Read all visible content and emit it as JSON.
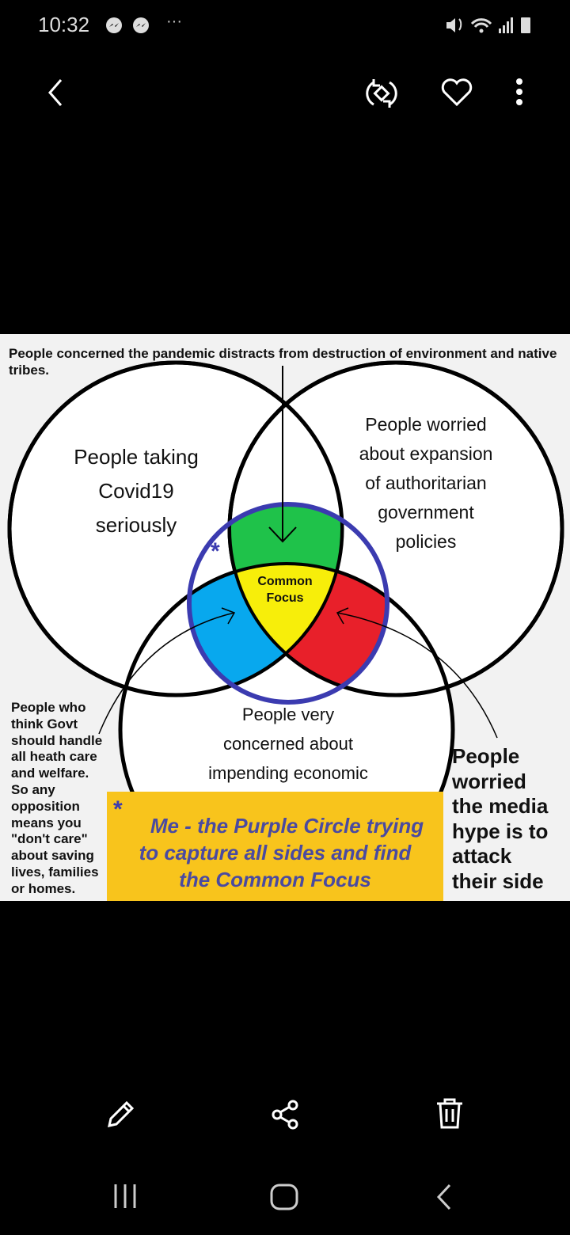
{
  "status_bar": {
    "time": "10:32",
    "icons": [
      "messenger-icon",
      "messenger-icon",
      "more-dots-icon",
      "mute-icon",
      "wifi-icon",
      "signal-icon",
      "battery-icon"
    ]
  },
  "top_bar": {
    "icons": [
      "back-icon",
      "auto-rotate-icon",
      "heart-icon",
      "more-vert-icon"
    ]
  },
  "image": {
    "top_text": "People concerned the pandemic distracts from destruction of environment and native tribes.",
    "left_circle": [
      "People taking",
      "Covid19",
      "seriously"
    ],
    "right_circle": [
      "People worried",
      "about expansion",
      "of authoritarian",
      "government",
      "policies"
    ],
    "bottom_circle": [
      "People very",
      "concerned about",
      "impending economic"
    ],
    "center": [
      "Common",
      "Focus"
    ],
    "left_note": [
      "People who",
      "think Govt",
      "should handle",
      "all heath care",
      "and welfare.",
      "So any",
      "opposition",
      "means you",
      "\"don't care\"",
      "about saving",
      "lives, families",
      "or homes."
    ],
    "right_note": [
      "People",
      "worried",
      "the media",
      "hype is to",
      "attack",
      "their side"
    ],
    "asterisk": "*",
    "box": [
      "Me - the Purple Circle trying",
      "to capture all sides and find",
      "the Common Focus"
    ],
    "colors": {
      "green": "#1fc24a",
      "blue": "#08a8ee",
      "red": "#e8202a",
      "yellow": "#f7ee0a",
      "purple": "#3b3bb0",
      "box": "#f8c41c"
    }
  },
  "bottom_toolbar": {
    "icons": [
      "edit-icon",
      "share-icon",
      "delete-icon"
    ]
  },
  "nav_bar": {
    "icons": [
      "recents-icon",
      "home-icon",
      "back-nav-icon"
    ]
  }
}
